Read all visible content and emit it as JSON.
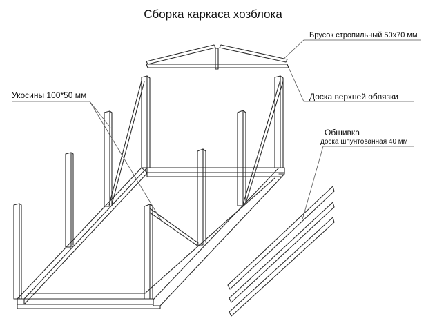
{
  "title": "Сборка каркаса хозблока",
  "labels": {
    "rafter": "Брусок стропильный 50х70 мм",
    "top_plate": "Доска верхней обвязки",
    "braces": "Укосины 100*50 мм",
    "sheathing": "Обшивка",
    "sheathing_detail": "доска шпунтованная 40 мм"
  },
  "colors": {
    "line": "#2b2b2b",
    "text": "#111111",
    "background": "#ffffff"
  }
}
